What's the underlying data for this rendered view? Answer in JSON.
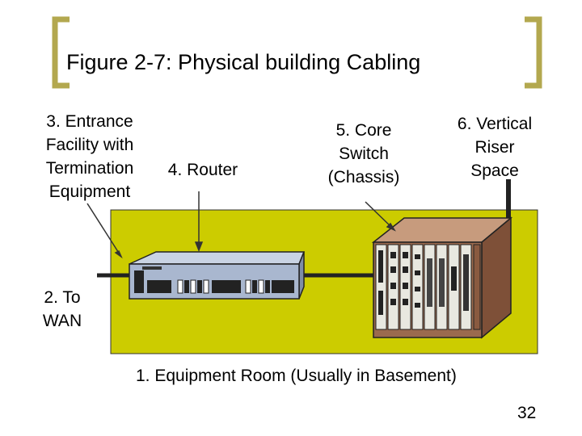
{
  "slide": {
    "title": "Figure 2-7: Physical building Cabling",
    "page_number": "32"
  },
  "labels": {
    "entrance": "3. Entrance\nFacility with\nTermination\nEquipment",
    "router": "4. Router",
    "core_switch": "5. Core\nSwitch\n(Chassis)",
    "vertical_riser": "6. Vertical\nRiser\nSpace",
    "wan": "2. To\nWAN",
    "equipment_room": "1. Equipment Room (Usually in Basement)"
  },
  "colors": {
    "room_fill": "#cccc00",
    "bracket": "#b3a84f",
    "router_body": "#a9b7cf",
    "chassis_front": "#9b6a4e",
    "chassis_top": "#c79b7d",
    "chassis_side": "#7e5038"
  }
}
